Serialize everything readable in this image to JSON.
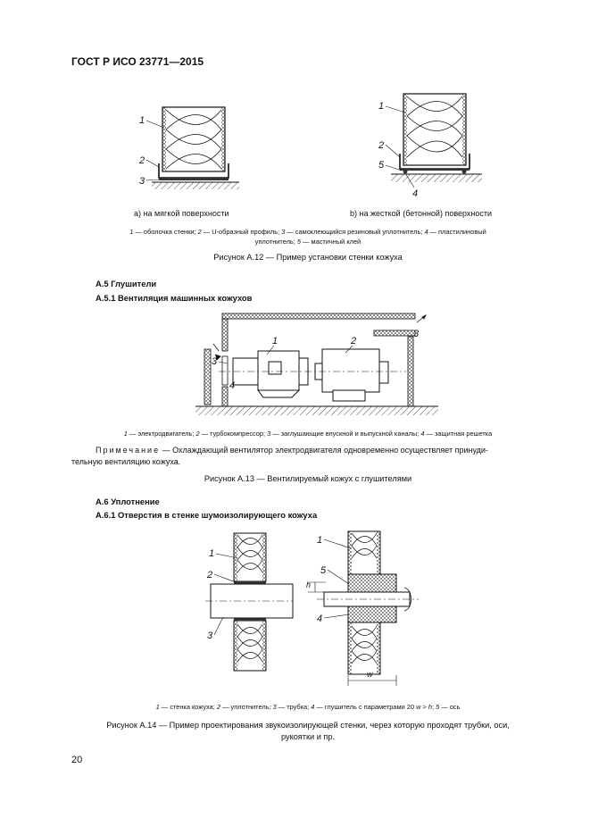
{
  "header": {
    "doc_id": "ГОСТ Р ИСО 23771—2015"
  },
  "fig12": {
    "caption_a": "а) на мягкой поверхности",
    "caption_b": "b) на жесткой (бетонной) поверхности",
    "legend_line1_parts": [
      "1",
      " — оболочка стенки; ",
      "2",
      " — U-образный профиль; ",
      "3",
      " — самоклеющийся резиновый уплотнитель; ",
      "4",
      " — пластилиновый"
    ],
    "legend_line2_parts": [
      "уплотнитель; ",
      "5",
      " — мастичный клей"
    ],
    "title": "Рисунок А.12 — Пример установки стенки кожуха",
    "labels_a": [
      "1",
      "2",
      "3"
    ],
    "labels_b": [
      "1",
      "2",
      "5",
      "4"
    ]
  },
  "sec_a5": {
    "heading": "А.5 Глушители",
    "sub_heading": "А.5.1 Вентиляция машинных кожухов"
  },
  "fig13": {
    "labels": [
      "1",
      "2",
      "3",
      "3",
      "4"
    ],
    "legend_parts": [
      "1",
      " — электродвигатель; ",
      "2",
      " — турбокомпрессор; ",
      "3",
      " — заглушающие впускной и выпускной каналы; ",
      "4",
      " — защитная решетка"
    ],
    "note_word": "Примечание",
    "note_line1": " — Охлаждающий вентилятор электродвигателя одновременно осуществляет принуди-",
    "note_line2": "тельную вентиляцию кожуха.",
    "title": "Рисунок А.13 — Вентилируемый кожух с глушителями"
  },
  "sec_a6": {
    "heading": "А.6 Уплотнение",
    "sub_heading": "А.6.1 Отверстия в стенке шумоизолирующего кожуха"
  },
  "fig14": {
    "labels_left": [
      "1",
      "2",
      "3"
    ],
    "labels_right": [
      "1",
      "5",
      "4",
      "h",
      "w"
    ],
    "legend_parts": [
      "1",
      " — стенка кожуха; ",
      "2",
      " — уплотнитель; ",
      "3",
      " — трубка; ",
      "4",
      " — глушитель с параметрами 20 ",
      "w",
      " > ",
      "h",
      "; ",
      "5",
      " — ось"
    ],
    "title_line1": "Рисунок А.14 — Пример проектирования звукоизолирующей стенки, через которую проходят трубки, оси,",
    "title_line2": "рукоятки и пр."
  },
  "footer": {
    "page_number": "20"
  }
}
